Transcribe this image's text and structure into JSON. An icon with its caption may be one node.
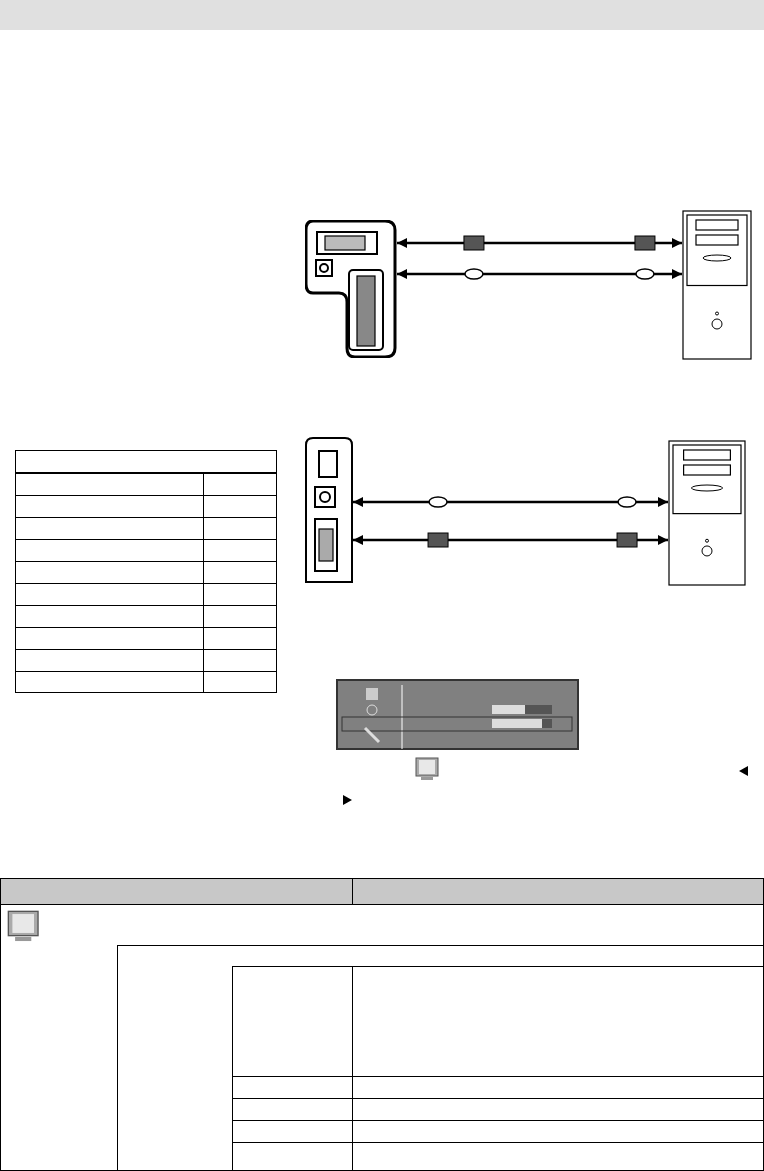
{
  "diagram": {
    "nodes": [
      {
        "text": [],
        "shape": "picture"
      },
      {
        "text": [],
        "shape": "picture"
      },
      {
        "text": [],
        "shape": "picture"
      },
      {
        "text": [],
        "shape": "picture"
      }
    ],
    "edges": [
      {
        "from": 0,
        "to": 1,
        "arrow": "both"
      },
      {
        "from": 0,
        "to": 1,
        "arrow": "both"
      },
      {
        "from": 2,
        "to": 3,
        "arrow": "both"
      },
      {
        "from": 2,
        "to": 3,
        "arrow": "both"
      }
    ]
  }
}
